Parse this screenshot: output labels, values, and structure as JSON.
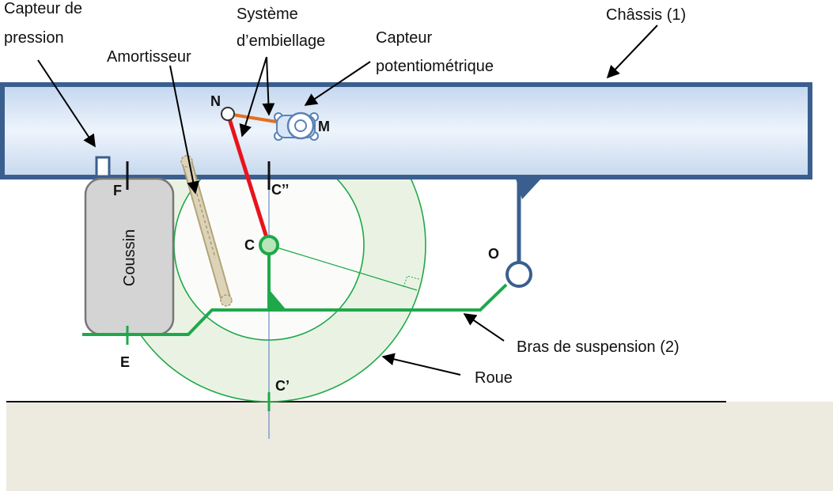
{
  "labels": {
    "capteur_pression_l1": "Capteur de",
    "capteur_pression_l2": "pression",
    "systeme_l1": "Système",
    "systeme_l2": "d’embiellage",
    "capteur_pot_l1": "Capteur",
    "capteur_pot_l2": "potentiométrique",
    "chassis": "Châssis (1)",
    "amortisseur": "Amortisseur",
    "coussin": "Coussin",
    "bras": "Bras de suspension (2)",
    "roue": "Roue"
  },
  "points": {
    "N": "N",
    "M": "M",
    "F": "F",
    "C_dbl": "C’’",
    "C": "C",
    "O": "O",
    "E": "E",
    "C_prime": "C’"
  },
  "colors": {
    "chassis_border": "#3a5f8f",
    "chassis_fill": "#d8e6f7",
    "arm_green": "#1fa84a",
    "wheel_fill": "#eaf3e3",
    "link_red": "#e8141c",
    "link_orange": "#e2701f",
    "ground_fill": "#edeae0",
    "cushion_fill": "#d4d4d4",
    "damper_fill": "#ddd3b8"
  }
}
